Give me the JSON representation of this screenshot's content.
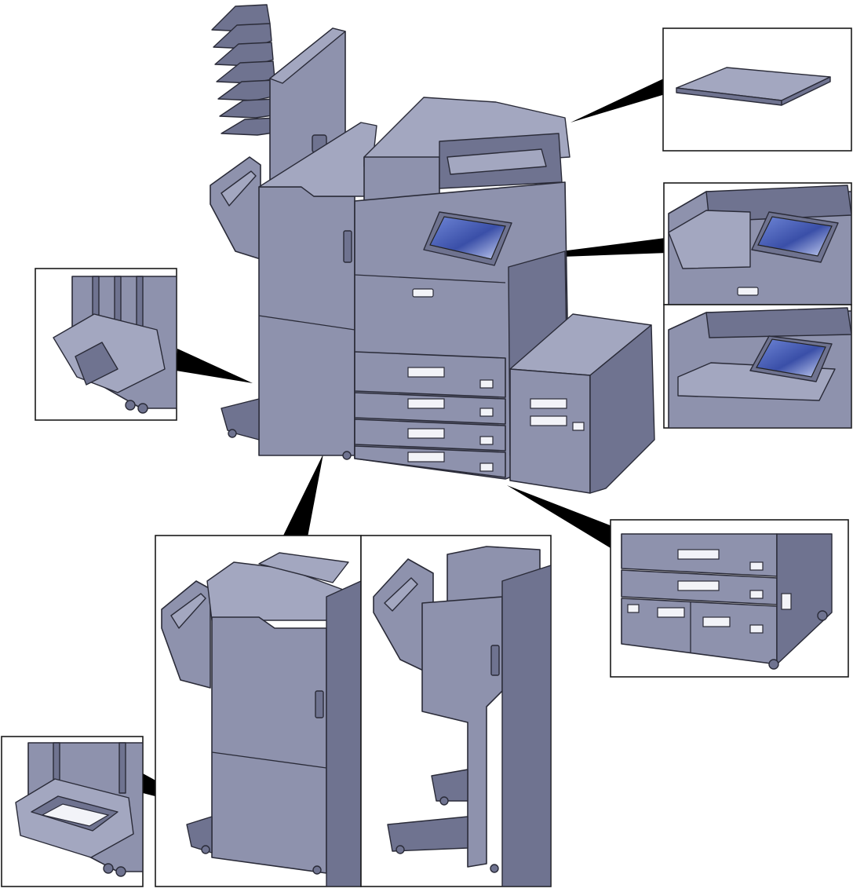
{
  "colors": {
    "body": "#8e92ad",
    "bodyLight": "#a3a7c0",
    "bodyDark": "#6f7390",
    "outline": "#2a2b38",
    "screen": "#3a4fa8",
    "screenLight": "#b6c2ee",
    "leader": "#000000"
  },
  "callouts": [
    {
      "id": "document-cover"
    },
    {
      "id": "operation-panel-standard"
    },
    {
      "id": "operation-panel-tilted"
    },
    {
      "id": "tray-finisher-unit"
    },
    {
      "id": "paper-feeder"
    },
    {
      "id": "finisher-standard"
    },
    {
      "id": "finisher-inner"
    },
    {
      "id": "folding-unit"
    }
  ]
}
